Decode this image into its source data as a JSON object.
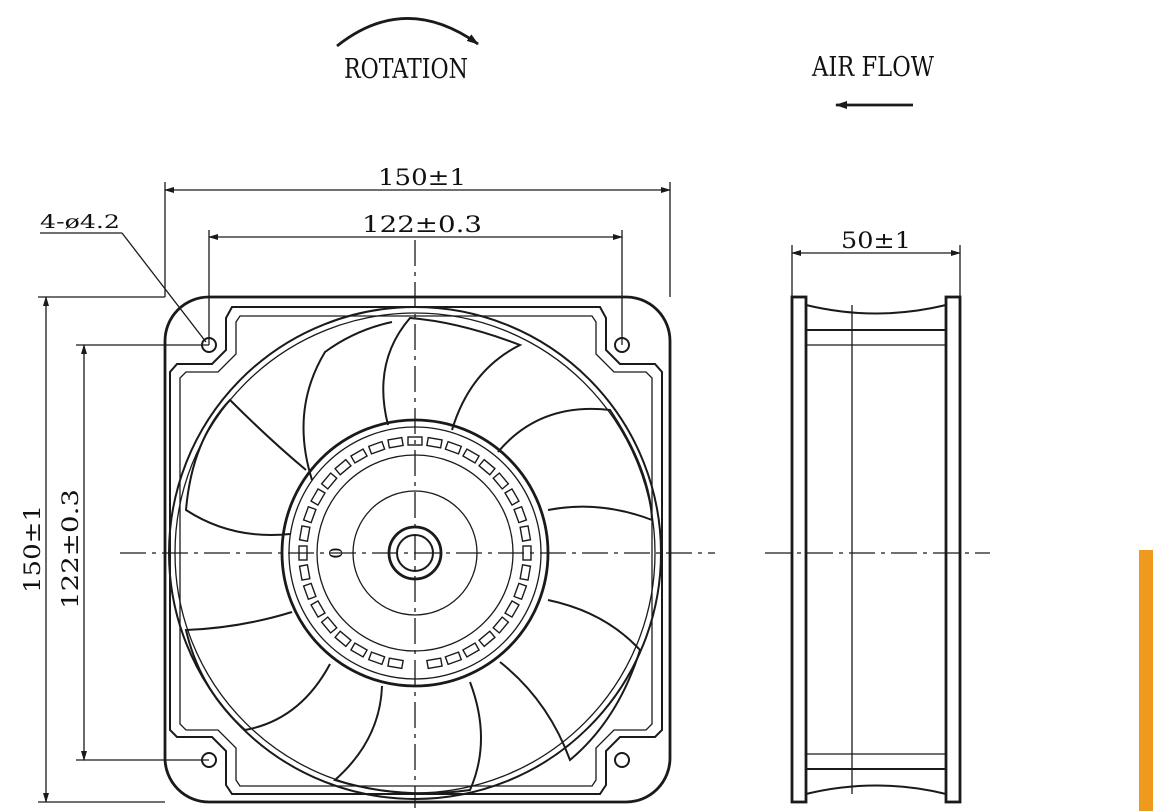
{
  "legend": {
    "rotation_label": "ROTATION",
    "airflow_label": "AIR FLOW"
  },
  "front_view": {
    "overall_width": "150±1",
    "hole_spacing_width": "122±0.3",
    "overall_height": "150±1",
    "hole_spacing_height": "122±0.3",
    "mount_holes": "4-ø4.2",
    "hub_marking": "0"
  },
  "side_view": {
    "depth": "50±1"
  },
  "colors": {
    "line": "#1a1a1a",
    "accent_bar": "#ee9a1c",
    "background": "#ffffff"
  }
}
